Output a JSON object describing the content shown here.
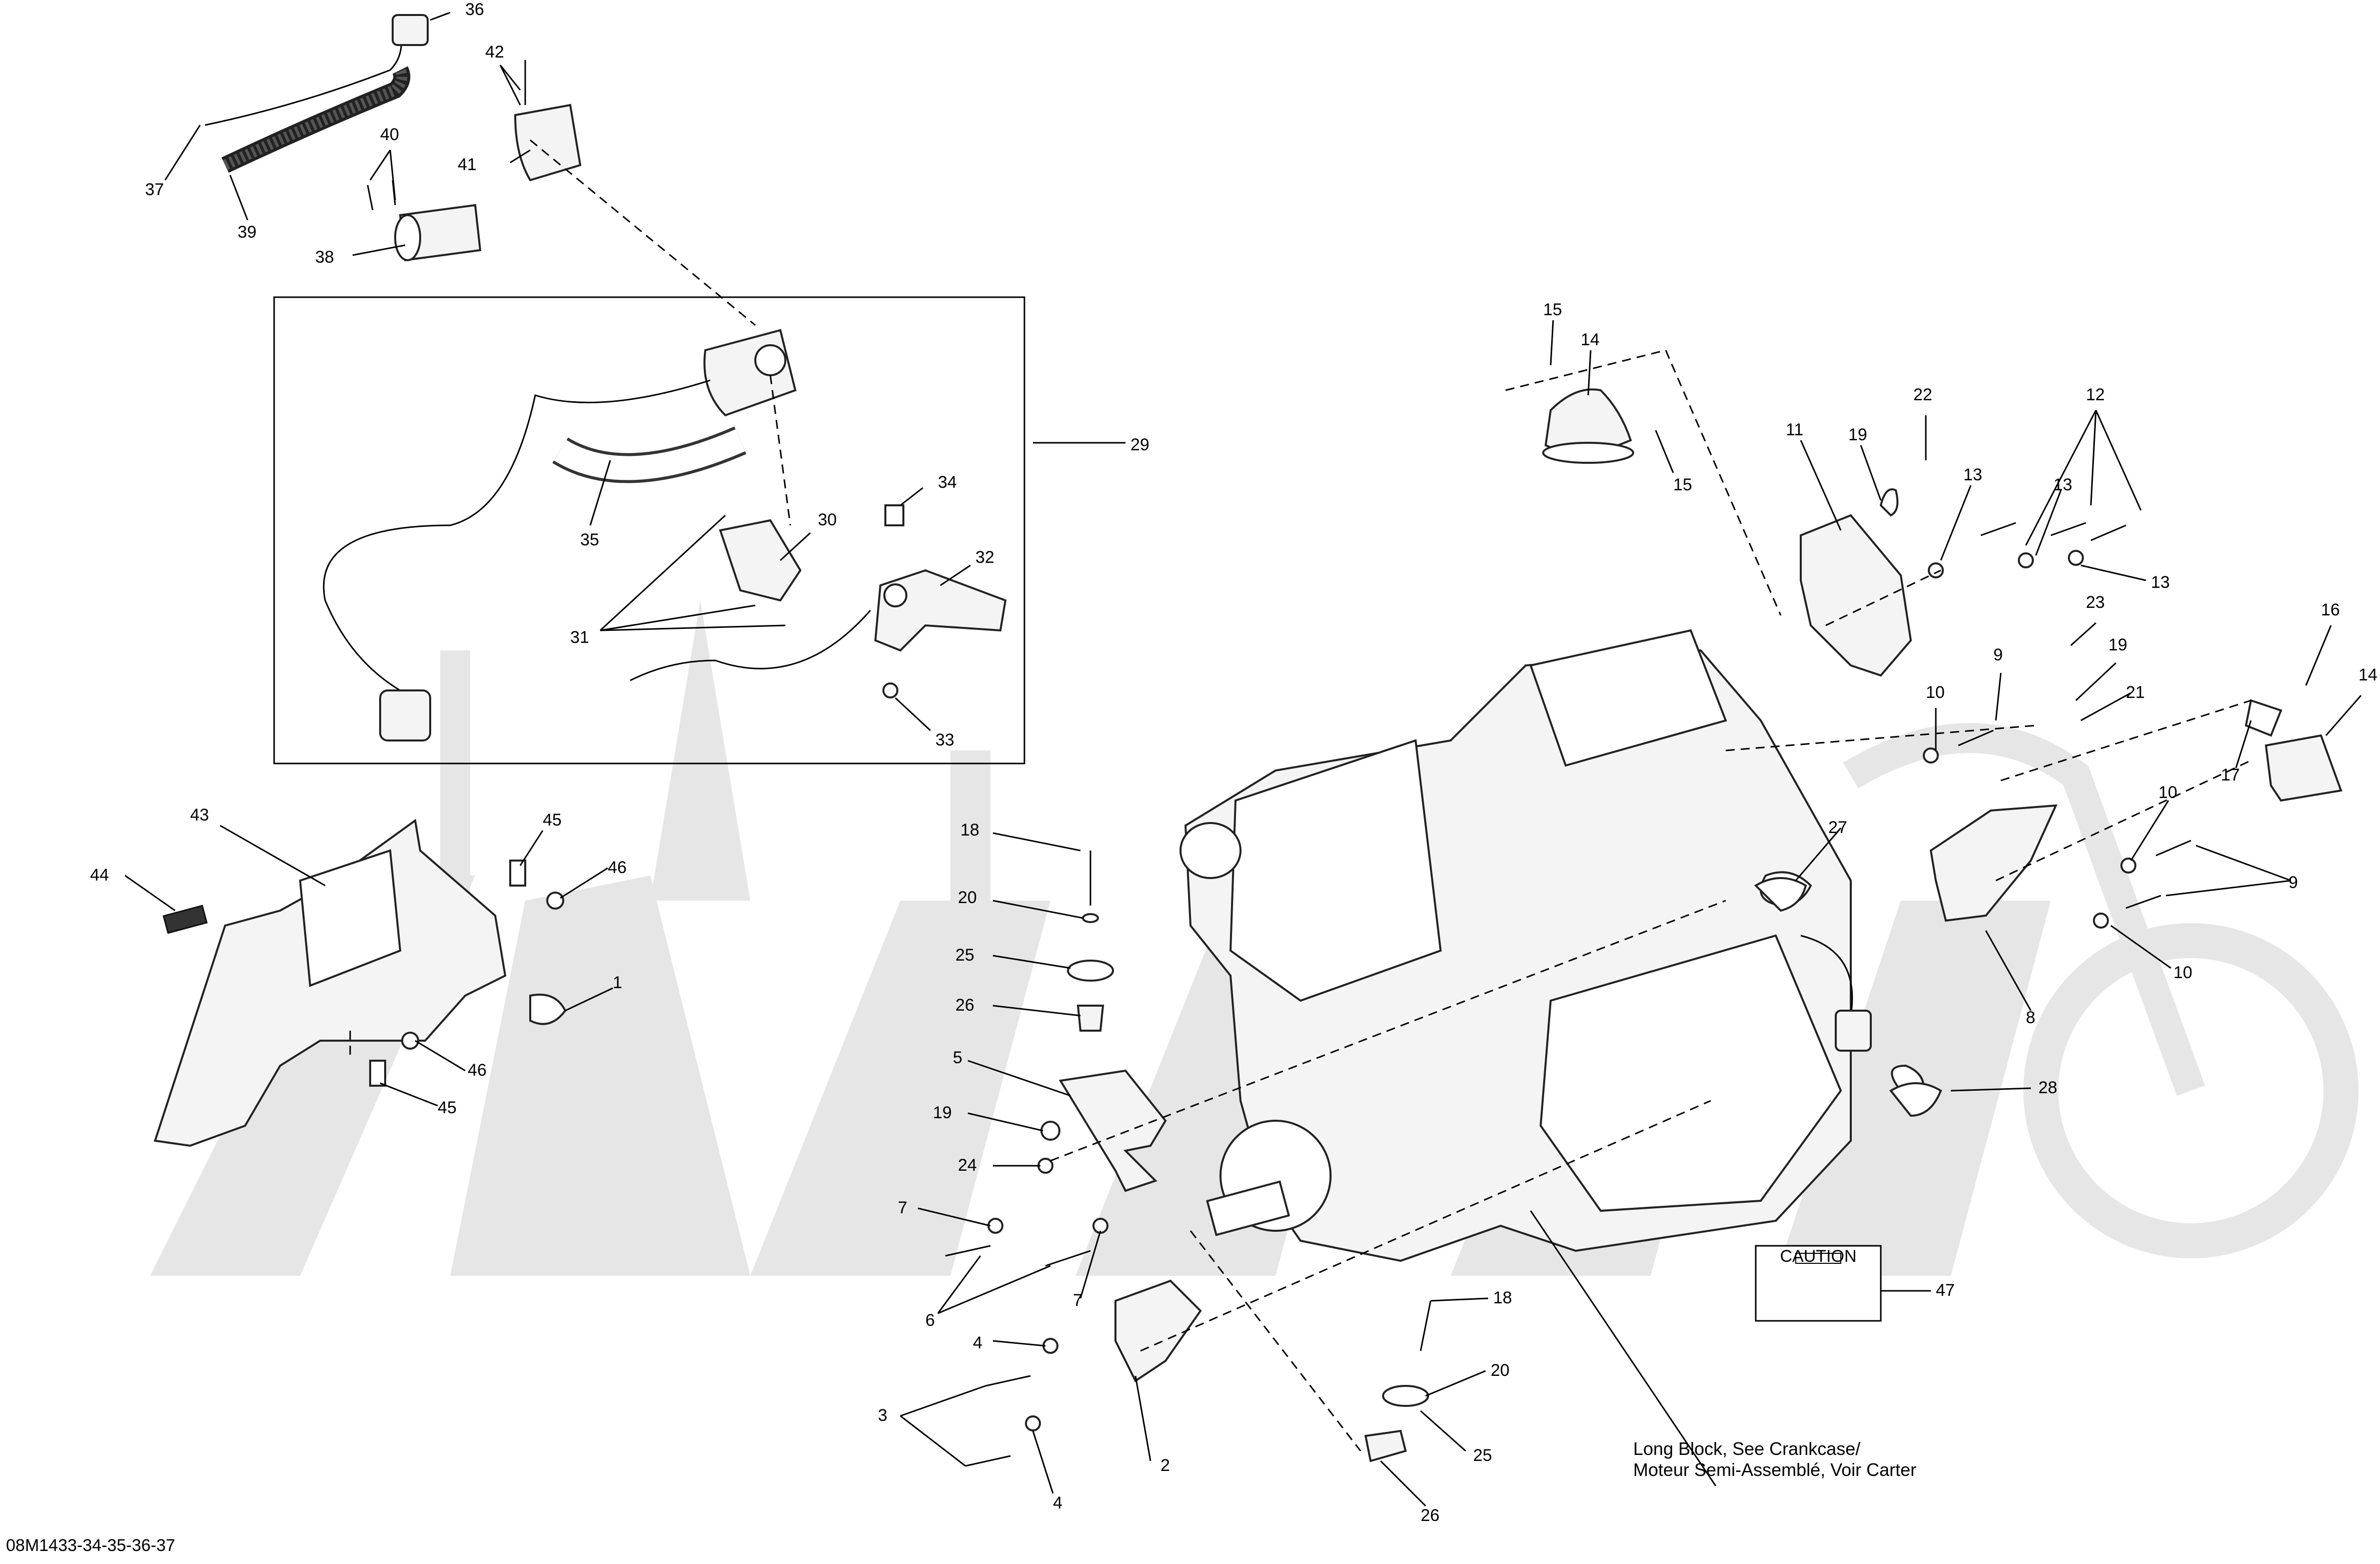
{
  "diagram_code": "08M1433-34-35-36-37",
  "caution_label": "CAUTION",
  "long_block_note": [
    "Long Block, See Crankcase/",
    "Moteur Semi-Assemblé, Voir Carter"
  ],
  "callouts": [
    {
      "label": "36"
    },
    {
      "label": "37"
    },
    {
      "label": "39"
    },
    {
      "label": "40"
    },
    {
      "label": "38"
    },
    {
      "label": "42"
    },
    {
      "label": "41"
    },
    {
      "label": "29"
    },
    {
      "label": "35"
    },
    {
      "label": "30"
    },
    {
      "label": "34"
    },
    {
      "label": "32"
    },
    {
      "label": "31"
    },
    {
      "label": "33"
    },
    {
      "label": "43"
    },
    {
      "label": "44"
    },
    {
      "label": "45"
    },
    {
      "label": "46"
    },
    {
      "label": "1"
    },
    {
      "label": "46"
    },
    {
      "label": "45"
    },
    {
      "label": "18"
    },
    {
      "label": "20"
    },
    {
      "label": "25"
    },
    {
      "label": "26"
    },
    {
      "label": "5"
    },
    {
      "label": "19"
    },
    {
      "label": "24"
    },
    {
      "label": "7"
    },
    {
      "label": "6"
    },
    {
      "label": "7"
    },
    {
      "label": "4"
    },
    {
      "label": "3"
    },
    {
      "label": "2"
    },
    {
      "label": "4"
    },
    {
      "label": "18"
    },
    {
      "label": "20"
    },
    {
      "label": "25"
    },
    {
      "label": "26"
    },
    {
      "label": "47"
    },
    {
      "label": "15"
    },
    {
      "label": "14"
    },
    {
      "label": "15"
    },
    {
      "label": "11"
    },
    {
      "label": "19"
    },
    {
      "label": "22"
    },
    {
      "label": "13"
    },
    {
      "label": "12"
    },
    {
      "label": "13"
    },
    {
      "label": "13"
    },
    {
      "label": "23"
    },
    {
      "label": "19"
    },
    {
      "label": "9"
    },
    {
      "label": "10"
    },
    {
      "label": "21"
    },
    {
      "label": "16"
    },
    {
      "label": "14"
    },
    {
      "label": "17"
    },
    {
      "label": "27"
    },
    {
      "label": "10"
    },
    {
      "label": "9"
    },
    {
      "label": "10"
    },
    {
      "label": "8"
    },
    {
      "label": "28"
    }
  ]
}
